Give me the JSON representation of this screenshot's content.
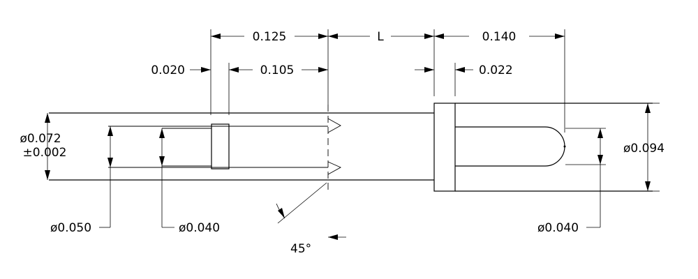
{
  "dimensions": {
    "d_0125": "0.125",
    "d_L": "L",
    "d_0140": "0.140",
    "d_0020": "0.020",
    "d_0105": "0.105",
    "d_0022": "0.022",
    "dia_0072": "ø0.072",
    "tol_0002": "±0.002",
    "dia_0094": "ø0.094",
    "dia_0050": "ø0.050",
    "dia_0040_left": "ø0.040",
    "dia_0040_right": "ø0.040",
    "angle_45": "45°"
  },
  "colors": {
    "line": "#000000",
    "background": "#ffffff"
  }
}
